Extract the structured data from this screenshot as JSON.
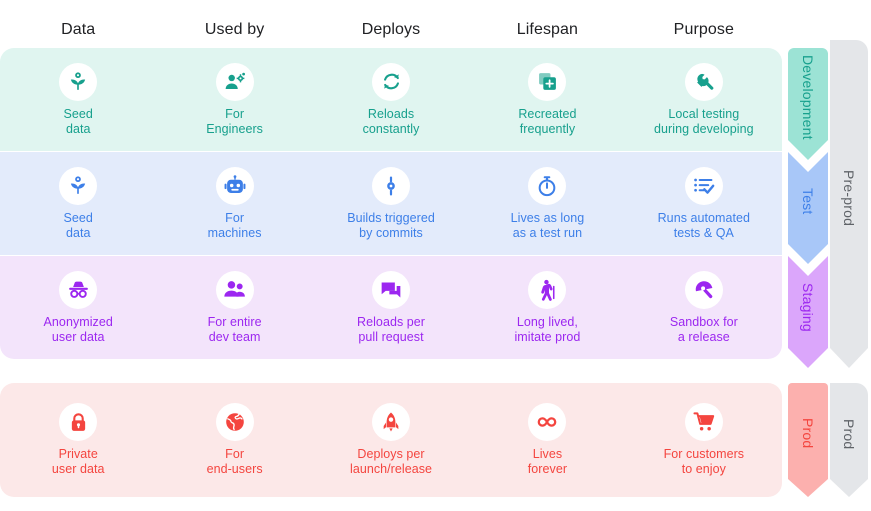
{
  "headers": [
    {
      "label": "Data"
    },
    {
      "label": "Used by"
    },
    {
      "label": "Deploys"
    },
    {
      "label": "Lifespan"
    },
    {
      "label": "Purpose"
    }
  ],
  "colors": {
    "development_band": "#e0f5f0",
    "development_tab": "#9ce3d5",
    "development_text": "#17a08d",
    "test_band": "#e3ebfb",
    "test_tab": "#a8c7f8",
    "test_text": "#3d7fe8",
    "staging_band": "#f3e4fb",
    "staging_tab": "#dba6fb",
    "staging_text": "#9c27f0",
    "prod_band": "#fce8e8",
    "prod_tab": "#fcb0ae",
    "prod_text": "#f4453f",
    "group_column": "#e4e6e9",
    "group_text": "#5f6368",
    "header_text": "#202124",
    "page_background": "#ffffff"
  },
  "rows": [
    {
      "id": "development",
      "stage_label": "Development",
      "cells": [
        {
          "icon": "seed-flower-icon",
          "label": "Seed\ndata"
        },
        {
          "icon": "engineer-person-gear-icon",
          "label": "For\nEngineers"
        },
        {
          "icon": "refresh-loop-icon",
          "label": "Reloads\nconstantly"
        },
        {
          "icon": "copy-add-icon",
          "label": "Recreated\nfrequently"
        },
        {
          "icon": "wrench-icon",
          "label": "Local testing\nduring developing"
        }
      ]
    },
    {
      "id": "test",
      "stage_label": "Test",
      "cells": [
        {
          "icon": "seed-flower-icon",
          "label": "Seed\ndata"
        },
        {
          "icon": "robot-icon",
          "label": "For\nmachines"
        },
        {
          "icon": "commit-node-icon",
          "label": "Builds triggered\nby commits"
        },
        {
          "icon": "stopwatch-icon",
          "label": "Lives as long\nas a test run"
        },
        {
          "icon": "checklist-icon",
          "label": "Runs automated\ntests & QA"
        }
      ]
    },
    {
      "id": "staging",
      "stage_label": "Staging",
      "cells": [
        {
          "icon": "incognito-icon",
          "label": "Anonymized\nuser data"
        },
        {
          "icon": "people-group-icon",
          "label": "For entire\ndev team"
        },
        {
          "icon": "pull-request-chat-icon",
          "label": "Reloads per\npull request"
        },
        {
          "icon": "elderly-person-icon",
          "label": "Long lived,\nimitate prod"
        },
        {
          "icon": "beach-umbrella-icon",
          "label": "Sandbox for\na release"
        }
      ]
    },
    {
      "id": "prod",
      "stage_label": "Prod",
      "cells": [
        {
          "icon": "lock-icon",
          "label": "Private\nuser data"
        },
        {
          "icon": "globe-icon",
          "label": "For\nend-users"
        },
        {
          "icon": "rocket-icon",
          "label": "Deploys per\nlaunch/release"
        },
        {
          "icon": "infinity-icon",
          "label": "Lives\nforever"
        },
        {
          "icon": "shopping-cart-icon",
          "label": "For customers\nto enjoy"
        }
      ]
    }
  ],
  "groups": [
    {
      "id": "pre-prod",
      "label": "Pre-prod"
    },
    {
      "id": "prod",
      "label": "Prod"
    }
  ]
}
